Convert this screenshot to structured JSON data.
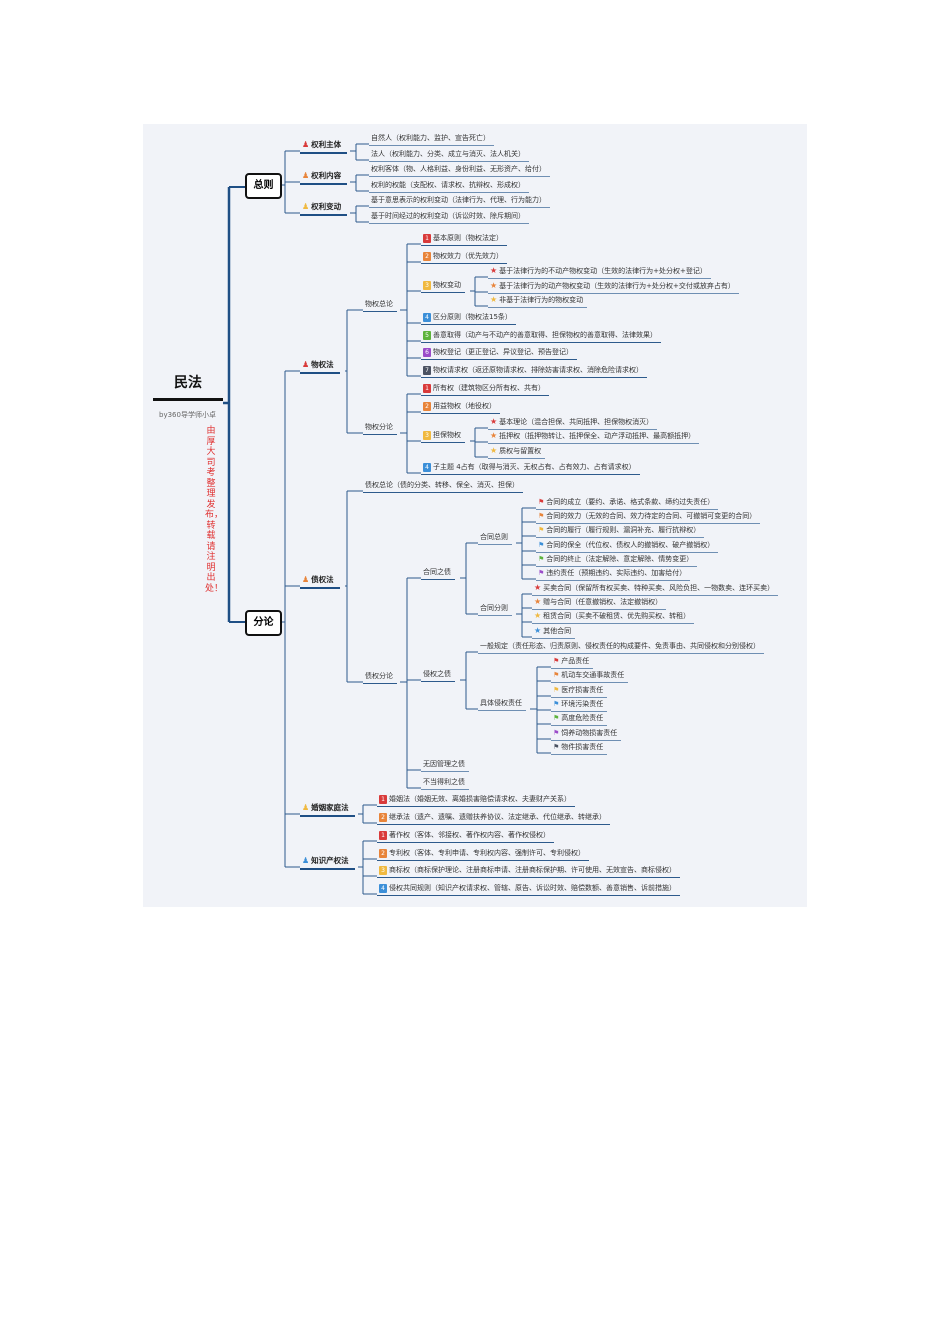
{
  "root": {
    "title": "民法",
    "author": "by360导学师小卓",
    "note": "由厚大司考整理发布，转载请注明出处！"
  },
  "zongze": {
    "title": "总则",
    "groups": [
      {
        "label": "权利主体",
        "items": [
          "自然人（权利能力、监护、宣告死亡）",
          "法人（权利能力、分类、成立与消灭、法人机关）"
        ]
      },
      {
        "label": "权利内容",
        "items": [
          "权利客体（物、人格利益、身份利益、无形资产、给付）",
          "权利的权能（支配权、请求权、抗辩权、形成权）"
        ]
      },
      {
        "label": "权利变动",
        "items": [
          "基于意思表示的权利变动（法律行为、代理、行为能力）",
          "基于时间经过的权利变动（诉讼时效、除斥期间）"
        ]
      }
    ]
  },
  "fenlun": {
    "title": "分论",
    "wuquan": {
      "label": "物权法",
      "zonglun": {
        "label": "物权总论",
        "items": [
          {
            "num": "1",
            "text": "基本原则（物权法定）"
          },
          {
            "num": "2",
            "text": "物权效力（优先效力）"
          },
          {
            "num": "3",
            "text": "物权变动",
            "subs": [
              "基于法律行为的不动产物权变动（生效的法律行为+处分权+登记）",
              "基于法律行为的动产物权变动（生效的法律行为+处分权+交付或放弃占有）",
              "非基于法律行为的物权变动"
            ]
          },
          {
            "num": "4",
            "text": "区分原则（物权法15条）"
          },
          {
            "num": "5",
            "text": "善意取得（动产与不动产的善意取得、担保物权的善意取得、法律效果）"
          },
          {
            "num": "6",
            "text": "物权登记（更正登记、异议登记、预告登记）"
          },
          {
            "num": "7",
            "text": "物权请求权（返还原物请求权、排除妨害请求权、消除危险请求权）"
          }
        ]
      },
      "fenlun": {
        "label": "物权分论",
        "items": [
          {
            "num": "1",
            "text": "所有权（建筑物区分所有权、共有）"
          },
          {
            "num": "2",
            "text": "用益物权（地役权）"
          },
          {
            "num": "3",
            "text": "担保物权",
            "subs": [
              "基本理论（混合担保、共同抵押、担保物权消灭）",
              "抵押权（抵押物转让、抵押保全、动产浮动抵押、最高额抵押）",
              "质权与留置权"
            ]
          },
          {
            "num": "4",
            "text": "子主题 4占有（取得与消灭、无权占有、占有效力、占有请求权）"
          }
        ]
      }
    },
    "zhaiquan": {
      "label": "债权法",
      "zonglun": "债权总论（债的分类、转移、保全、消灭、担保）",
      "fenlun": {
        "label": "债权分论",
        "hetong": {
          "label": "合同之债",
          "zongze": {
            "label": "合同总则",
            "items": [
              "合同的成立（要约、承诺、格式条款、缔约过失责任）",
              "合同的效力（无效的合同、效力待定的合同、可撤销可变更的合同）",
              "合同的履行（履行规则、漏洞补充、履行抗辩权）",
              "合同的保全（代位权、债权人的撤销权、破产撤销权）",
              "合同的终止（法定解除、意定解除、情势变更）",
              "违约责任（预期违约、实际违约、加害给付）"
            ]
          },
          "fenze": {
            "label": "合同分则",
            "items": [
              "买卖合同（保留所有权买卖、特种买卖、风险负担、一物数卖、连环买卖）",
              "赠与合同（任意撤销权、法定撤销权）",
              "租赁合同（买卖不破租赁、优先购买权、转租）",
              "其他合同"
            ]
          }
        },
        "qinquan": {
          "label": "侵权之债",
          "general": "一般规定（责任形态、归责原则、侵权责任的构成要件、免责事由、共同侵权和分别侵权）",
          "specific": {
            "label": "具体侵权责任",
            "items": [
              "产品责任",
              "机动车交通事故责任",
              "医疗损害责任",
              "环境污染责任",
              "高度危险责任",
              "饲养动物损害责任",
              "物件损害责任"
            ]
          }
        },
        "wuyin": "无因管理之债",
        "budang": "不当得利之债"
      }
    },
    "hunyin": {
      "label": "婚姻家庭法",
      "items": [
        {
          "num": "1",
          "text": "婚姻法（婚姻无效、离婚损害赔偿请求权、夫妻财产关系）"
        },
        {
          "num": "2",
          "text": "继承法（遗产、遗嘱、遗赠扶养协议、法定继承、代位继承、转继承）"
        }
      ]
    },
    "zhichan": {
      "label": "知识产权法",
      "items": [
        {
          "num": "1",
          "text": "著作权（客体、邻接权、著作权内容、著作权侵权）"
        },
        {
          "num": "2",
          "text": "专利权（客体、专利申请、专利权内容、强制许可、专利侵权）"
        },
        {
          "num": "3",
          "text": "商标权（商标保护理论、注册商标申请、注册商标保护期、许可使用、无效宣告、商标侵权）"
        },
        {
          "num": "4",
          "text": "侵权共同规则（知识产权请求权、管辖、原告、诉讼时效、赔偿数额、善意销售、诉前措施）"
        }
      ]
    }
  },
  "colors": {
    "red": "#d93a3a",
    "orange": "#e8843a",
    "yellow": "#f0b940",
    "blue": "#3c8fd8",
    "green": "#5db33c",
    "purple": "#9b4cc9",
    "gray": "#4b5262",
    "line": "#2d5a8c"
  }
}
